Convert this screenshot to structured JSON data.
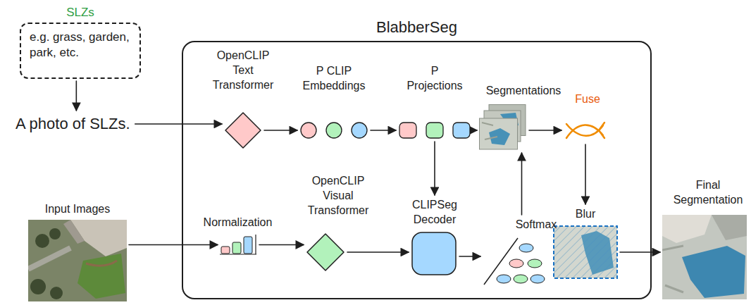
{
  "diagram": {
    "nodes": [
      {
        "text": [
          "SLZs",
          "e.g. grass, garden, park, etc."
        ]
      },
      {
        "text": [
          "A photo of SLZs."
        ]
      },
      {
        "text": [
          "BlabberSeg"
        ]
      },
      {
        "text": [
          "OpenCLIP Text Transformer"
        ],
        "in": 2
      },
      {
        "text": [
          "P CLIP Embeddings"
        ],
        "in": 2
      },
      {
        "text": [
          "P Projections"
        ],
        "in": 2
      },
      {
        "text": [
          "Segmentations"
        ],
        "in": 2
      },
      {
        "text": [
          "Fuse"
        ],
        "in": 2
      },
      {
        "text": [
          "Input Images"
        ]
      },
      {
        "text": [
          "Normalization"
        ],
        "in": 2
      },
      {
        "text": [
          "OpenCLIP Visual Transformer"
        ],
        "in": 2
      },
      {
        "text": [
          "CLIPSeg Decoder"
        ],
        "in": 2
      },
      {
        "text": [
          "Softmax"
        ],
        "in": 2
      },
      {
        "text": [
          "Blur"
        ],
        "in": 2
      },
      {
        "text": [
          "Final Segmentation"
        ]
      }
    ],
    "edges": [
      {
        "from": 0,
        "to": 1,
        "arrow": "to"
      },
      {
        "from": 1,
        "to": 3,
        "arrow": "to"
      },
      {
        "from": 3,
        "to": 4,
        "arrow": "to"
      },
      {
        "from": 4,
        "to": 5,
        "arrow": "to"
      },
      {
        "from": 5,
        "to": 6,
        "arrow": "to"
      },
      {
        "from": 6,
        "to": 7,
        "arrow": "to"
      },
      {
        "from": 5,
        "to": 11,
        "arrow": "to"
      },
      {
        "from": 7,
        "to": 13,
        "arrow": "to"
      },
      {
        "from": 8,
        "to": 9,
        "arrow": "to"
      },
      {
        "from": 9,
        "to": 10,
        "arrow": "to"
      },
      {
        "from": 10,
        "to": 11,
        "arrow": "to"
      },
      {
        "from": 11,
        "to": 12,
        "arrow": "to"
      },
      {
        "from": 12,
        "to": 6,
        "arrow": "to"
      },
      {
        "from": 13,
        "to": 14,
        "arrow": "to"
      }
    ]
  }
}
